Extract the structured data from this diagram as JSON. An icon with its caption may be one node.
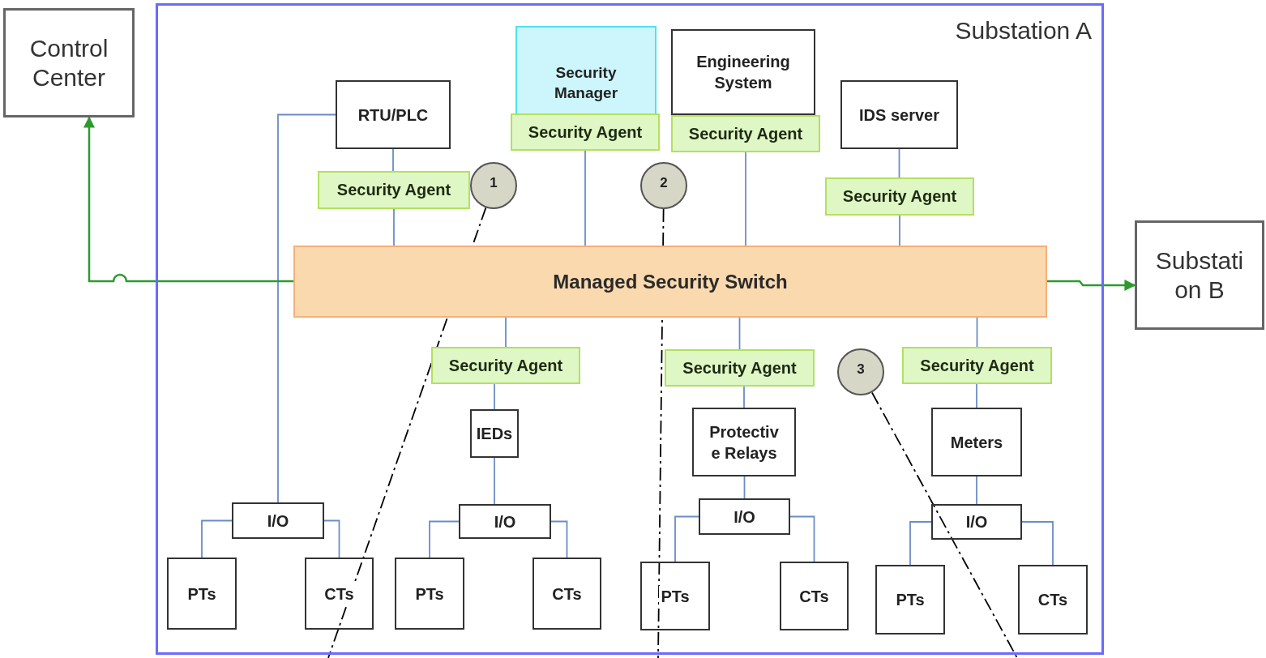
{
  "diagram": {
    "nodes": [
      {
        "text": [
          "Control Center"
        ]
      },
      {
        "text": [
          "Substation A"
        ]
      },
      {
        "text": [
          "Security Manager"
        ],
        "in": 1
      },
      {
        "text": [
          "Security Agent"
        ],
        "in": 1
      },
      {
        "text": [
          "Engineering System"
        ],
        "in": 1
      },
      {
        "text": [
          "Security Agent"
        ],
        "in": 1
      },
      {
        "text": [
          "RTU/PLC"
        ],
        "in": 1
      },
      {
        "text": [
          "IDS server"
        ],
        "in": 1
      },
      {
        "text": [
          "Security Agent"
        ],
        "in": 1
      },
      {
        "text": [
          "1"
        ],
        "in": 1
      },
      {
        "text": [
          "2"
        ],
        "in": 1
      },
      {
        "text": [
          "Security Agent"
        ],
        "in": 1
      },
      {
        "text": [
          "Managed Security Switch"
        ],
        "in": 1
      },
      {
        "text": [
          "Substati on B"
        ]
      },
      {
        "text": [
          "Security Agent"
        ],
        "in": 1
      },
      {
        "text": [
          "Security Agent"
        ],
        "in": 1
      },
      {
        "text": [
          "3"
        ],
        "in": 1
      },
      {
        "text": [
          "Security Agent"
        ],
        "in": 1
      },
      {
        "text": [
          "IEDs"
        ],
        "in": 1
      },
      {
        "text": [
          "Protectiv e Relays"
        ],
        "in": 1
      },
      {
        "text": [
          "Meters"
        ],
        "in": 1
      },
      {
        "text": [
          "I/O"
        ],
        "in": 1
      },
      {
        "text": [
          "I/O"
        ],
        "in": 1
      },
      {
        "text": [
          "I/O"
        ],
        "in": 1
      },
      {
        "text": [
          "I/O"
        ],
        "in": 1
      },
      {
        "text": [
          "PTs"
        ],
        "in": 1
      },
      {
        "text": [
          "CTs"
        ],
        "in": 1
      },
      {
        "text": [
          "PTs"
        ],
        "in": 1
      },
      {
        "text": [
          "CTs"
        ],
        "in": 1
      },
      {
        "text": [
          "PTs"
        ],
        "in": 1
      },
      {
        "text": [
          "CTs"
        ],
        "in": 1
      },
      {
        "text": [
          "PTs"
        ],
        "in": 1
      },
      {
        "text": [
          "CTs"
        ],
        "in": 1
      }
    ],
    "edges": [
      {
        "from": 6,
        "to": 8,
        "arrow": "none"
      },
      {
        "from": 8,
        "to": 12,
        "arrow": "none"
      },
      {
        "from": 6,
        "to": 21,
        "arrow": "none"
      },
      {
        "from": 3,
        "to": 12,
        "arrow": "none"
      },
      {
        "from": 5,
        "to": 12,
        "arrow": "none"
      },
      {
        "from": 7,
        "to": 11,
        "arrow": "none"
      },
      {
        "from": 11,
        "to": 12,
        "arrow": "none"
      },
      {
        "from": 12,
        "to": 0,
        "arrow": "to",
        "color": "#2e9a2e"
      },
      {
        "from": 12,
        "to": 13,
        "arrow": "to",
        "color": "#2e9a2e"
      },
      {
        "from": 12,
        "to": 14,
        "arrow": "none"
      },
      {
        "from": 14,
        "to": 18,
        "arrow": "none"
      },
      {
        "from": 18,
        "to": 22,
        "arrow": "none"
      },
      {
        "from": 22,
        "to": 27,
        "arrow": "none"
      },
      {
        "from": 22,
        "to": 28,
        "arrow": "none"
      },
      {
        "from": 12,
        "to": 15,
        "arrow": "none"
      },
      {
        "from": 15,
        "to": 19,
        "arrow": "none"
      },
      {
        "from": 19,
        "to": 23,
        "arrow": "none"
      },
      {
        "from": 23,
        "to": 29,
        "arrow": "none"
      },
      {
        "from": 23,
        "to": 30,
        "arrow": "none"
      },
      {
        "from": 12,
        "to": 17,
        "arrow": "none"
      },
      {
        "from": 17,
        "to": 20,
        "arrow": "none"
      },
      {
        "from": 20,
        "to": 24,
        "arrow": "none"
      },
      {
        "from": 24,
        "to": 31,
        "arrow": "none"
      },
      {
        "from": 24,
        "to": 32,
        "arrow": "none"
      },
      {
        "from": 21,
        "to": 25,
        "arrow": "none"
      },
      {
        "from": 21,
        "to": 26,
        "arrow": "none"
      },
      {
        "from": 9,
        "to": null,
        "arrow": "none",
        "style": "dashed",
        "color": "#000000"
      },
      {
        "from": 10,
        "to": null,
        "arrow": "none",
        "style": "dashed",
        "color": "#000000"
      },
      {
        "from": 16,
        "to": null,
        "arrow": "none",
        "style": "dashed",
        "color": "#000000"
      }
    ]
  }
}
